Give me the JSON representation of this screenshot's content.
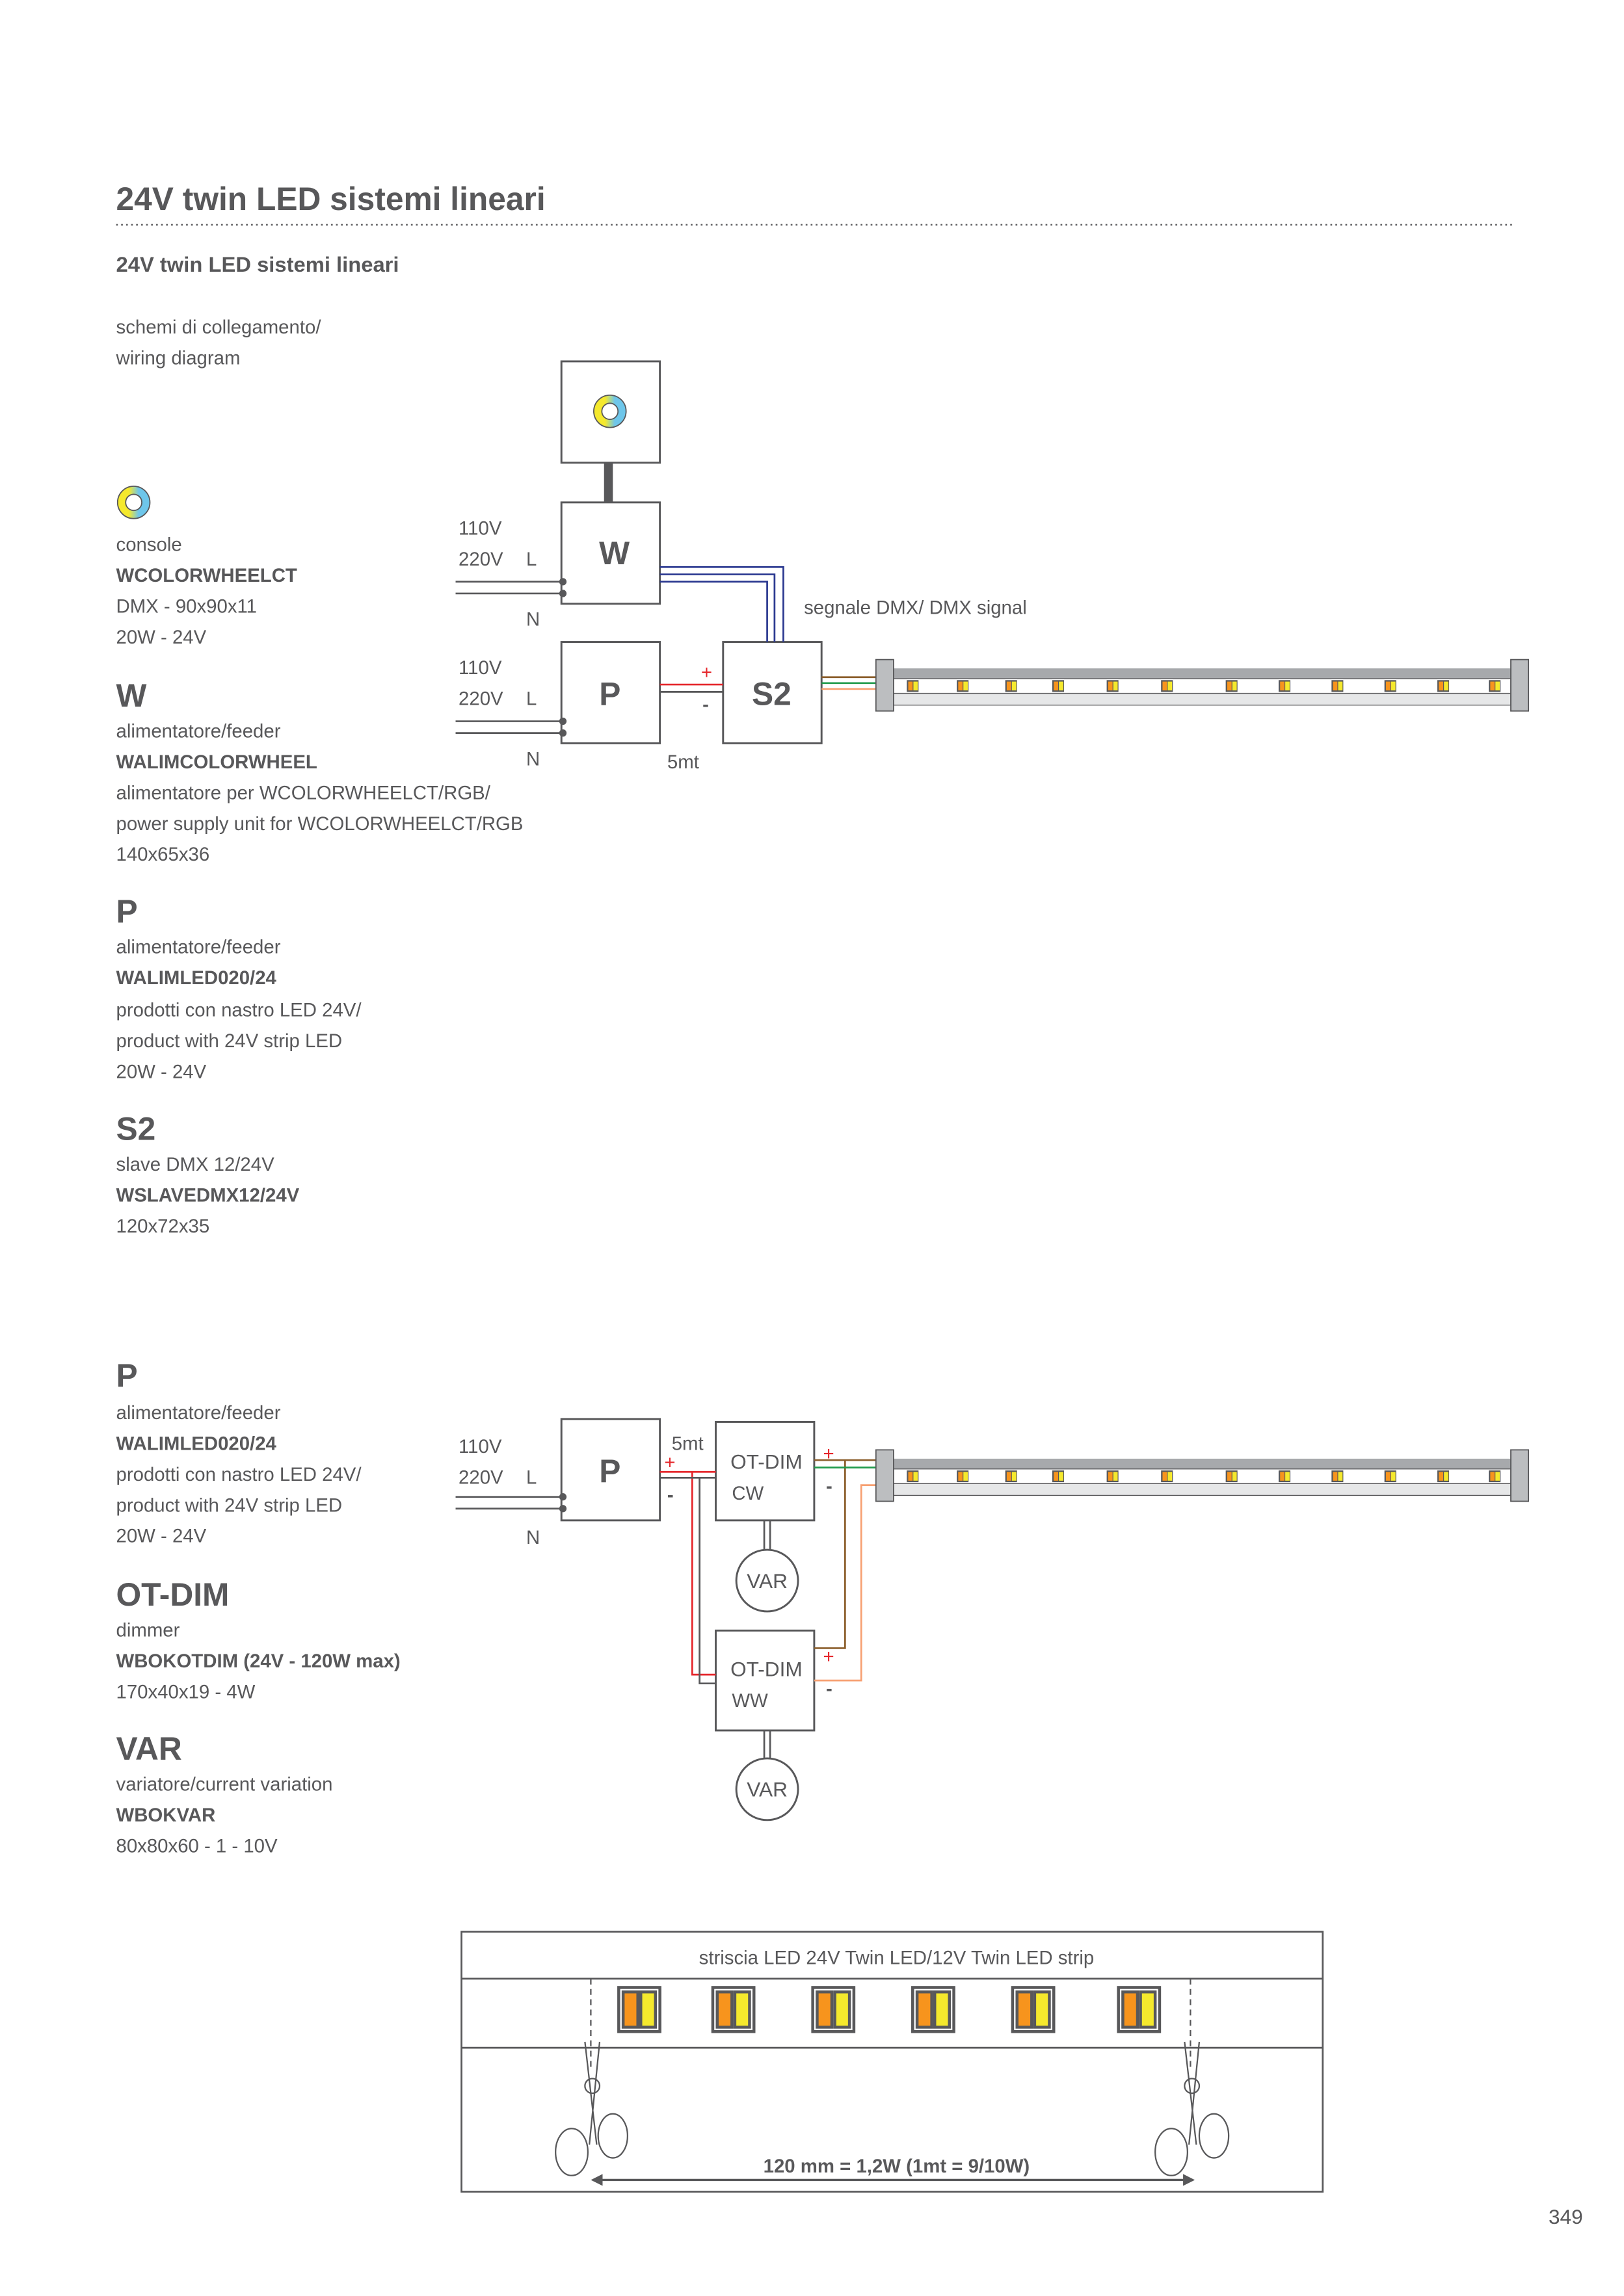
{
  "header": {
    "title": "24V twin LED sistemi lineari",
    "subtitle": "24V twin LED sistemi lineari",
    "intro_line1": "schemi di collegamento/",
    "intro_line2": "wiring diagram"
  },
  "legend1": {
    "console": {
      "lines": [
        "console",
        "WCOLORWHEELCT",
        "DMX - 90x90x11",
        "20W - 24V"
      ]
    },
    "W": {
      "code": "W",
      "lines": [
        "alimentatore/feeder",
        "WALIMCOLORWHEEL",
        "alimentatore per WCOLORWHEELCT/RGB/",
        "power supply unit for WCOLORWHEELCT/RGB",
        "140x65x36"
      ]
    },
    "P": {
      "code": "P",
      "lines": [
        "alimentatore/feeder",
        "WALIMLED020/24",
        "prodotti con nastro LED 24V/",
        "product with 24V strip LED",
        "20W - 24V"
      ]
    },
    "S2": {
      "code": "S2",
      "lines": [
        "slave DMX 12/24V",
        "WSLAVEDMX12/24V",
        "120x72x35"
      ]
    }
  },
  "legend2": {
    "P": {
      "code": "P",
      "lines": [
        "alimentatore/feeder",
        "WALIMLED020/24",
        "prodotti con nastro LED 24V/",
        "product with 24V strip LED",
        "20W - 24V"
      ]
    },
    "OTDIM": {
      "code": "OT-DIM",
      "lines": [
        "dimmer",
        "WBOKOTDIM (24V - 120W max)",
        "170x40x19 - 4W"
      ]
    },
    "VAR": {
      "code": "VAR",
      "lines": [
        "variatore/current variation",
        "WBOKVAR",
        "80x80x60 - 1 - 10V"
      ]
    }
  },
  "diagram1": {
    "v110": "110V",
    "v220": "220V",
    "L": "L",
    "N": "N",
    "W": "W",
    "P": "P",
    "S2": "S2",
    "plus": "+",
    "minus": "-",
    "cable_length": "5mt",
    "dmx_label": "segnale DMX/ DMX signal"
  },
  "diagram2": {
    "v110": "110V",
    "v220": "220V",
    "L": "L",
    "N": "N",
    "P": "P",
    "cable_length": "5mt",
    "plus": "+",
    "minus": "-",
    "otdim": "OT-DIM",
    "cw": "CW",
    "ww": "WW",
    "var": "VAR"
  },
  "strip_detail": {
    "title": "striscia LED 24V Twin LED/12V Twin LED strip",
    "measure": "120 mm = 1,2W (1mt = 9/10W)"
  },
  "page_number": "349",
  "colors": {
    "text": "#58585a",
    "red": "#e5262b",
    "blue": "#2b3990",
    "brown": "#8b5e2b",
    "green": "#1f9a4a",
    "orange": "#f7a072",
    "led_orange": "#f7941d",
    "led_yellow": "#f5e92d"
  }
}
